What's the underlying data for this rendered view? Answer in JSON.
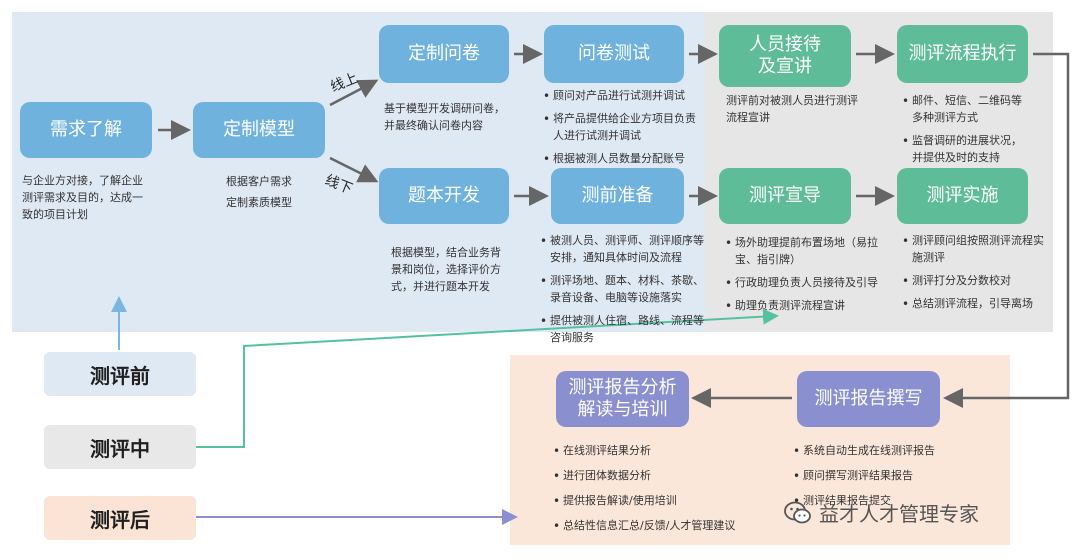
{
  "panels": {},
  "boxes": {
    "demand": "需求了解",
    "model": "定制模型",
    "questionnaire": "定制问卷",
    "q_test": "问卷测试",
    "item_dev": "题本开发",
    "pre_test": "测前准备",
    "reception": "人员接待\n及宣讲",
    "process_exec": "测评流程执行",
    "guidance": "测评宣导",
    "implement": "测评实施",
    "report_analysis": "测评报告分析\n解读与培训",
    "report_write": "测评报告撰写"
  },
  "labels": {
    "online": "线上",
    "offline": "线下"
  },
  "texts": {
    "demand_desc": "与企业方对接，了解企业测评需求及目的，达成一致的项目计划",
    "model_desc_1": "根据客户需求",
    "model_desc_2": "定制素质模型",
    "questionnaire_desc": "基于模型开发调研问卷，并最终确认问卷内容",
    "item_dev_desc": "根据模型，结合业务背景和岗位，选择评价方式，并进行题本开发",
    "reception_desc": "测评前对被测人员进行测评流程宣讲"
  },
  "lists": {
    "q_test": [
      "顾问对产品进行试测并调试",
      "将产品提供给企业方项目负责人进行试测并调试",
      "根据被测人员数量分配账号"
    ],
    "process_exec": [
      "邮件、短信、二维码等多种测评方式",
      "监督调研的进展状况，并提供及时的支持"
    ],
    "pre_test": [
      "被测人员、测评师、测评顺序等安排，通知具体时间及流程",
      "测评场地、题本、材料、茶歇、录音设备、电脑等设施落实",
      "提供被测人住宿、路线、流程等咨询服务"
    ],
    "guidance": [
      "场外助理提前布置场地（易拉宝、指引牌）",
      "行政助理负责人员接待及引导",
      "助理负责测评流程宣讲"
    ],
    "implement": [
      "测评顾问组按照测评流程实施测评",
      "测评打分及分数校对",
      "总结测评流程，引导离场"
    ],
    "report_analysis": [
      "在线测评结果分析",
      "进行团体数据分析",
      "提供报告解读/使用培训",
      "总结性信息汇总/反馈/人才管理建议"
    ],
    "report_write": [
      "系统自动生成在线测评报告",
      "顾问撰写测评结果报告",
      "测评结果报告提交"
    ]
  },
  "phases": {
    "before": "测评前",
    "during": "测评中",
    "after": "测评后"
  },
  "watermark": "益才人才管理专家",
  "colors": {
    "blue": "#6fb2dd",
    "green": "#5fbc99",
    "purple": "#8a90cf"
  }
}
